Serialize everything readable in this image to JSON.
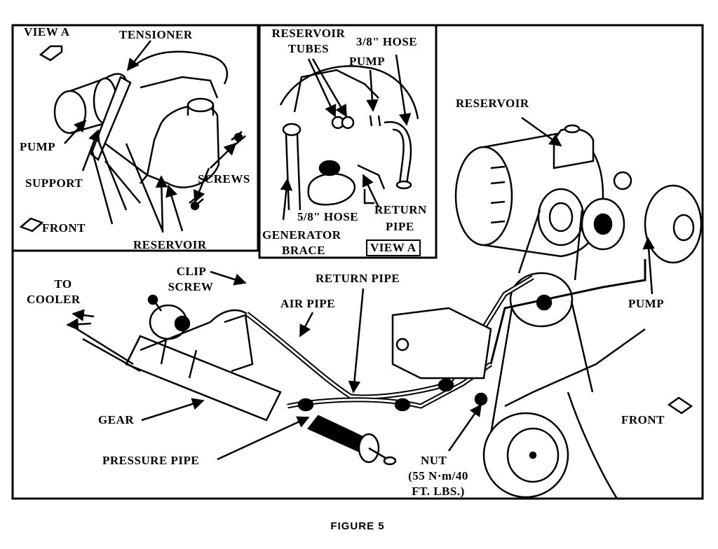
{
  "figure": {
    "caption": "FIGURE 5"
  },
  "view_a_left": {
    "title": "VIEW A",
    "labels": {
      "tensioner": "TENSIONER",
      "pump": "PUMP",
      "support": "SUPPORT",
      "screws": "SCREWS",
      "front": "FRONT",
      "reservoir": "RESERVOIR"
    }
  },
  "view_a_detail": {
    "reservoir_tubes_line1": "RESERVOIR",
    "reservoir_tubes_line2": "TUBES",
    "hose_38": "3/8\" HOSE",
    "pump": "PUMP",
    "hose_58": "5/8\" HOSE",
    "return_pipe_line1": "RETURN",
    "return_pipe_line2": "PIPE",
    "generator_brace_line1": "GENERATOR",
    "generator_brace_line2": "BRACE",
    "view_a_tag": "VIEW A"
  },
  "main_view": {
    "reservoir": "RESERVOIR",
    "pump": "PUMP",
    "front": "FRONT",
    "to_cooler_line1": "TO",
    "to_cooler_line2": "COOLER",
    "clip_screw_line1": "CLIP",
    "clip_screw_line2": "SCREW",
    "return_pipe": "RETURN PIPE",
    "air_pipe": "AIR PIPE",
    "gear": "GEAR",
    "pressure_pipe": "PRESSURE PIPE",
    "nut": "NUT",
    "torque_line1": "(55 N·m/40",
    "torque_line2": "FT. LBS.)"
  }
}
